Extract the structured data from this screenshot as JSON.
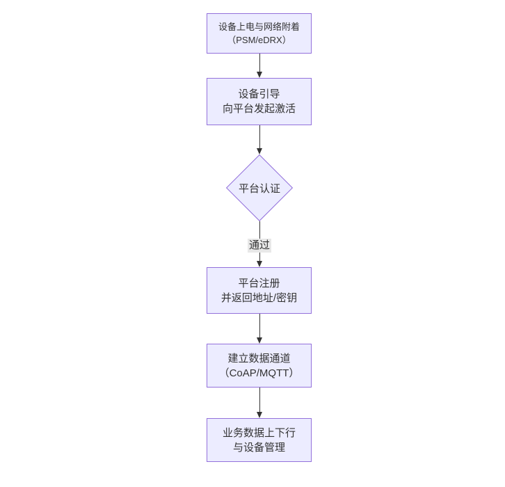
{
  "diagram": {
    "type": "flowchart",
    "direction": "top-down",
    "nodes": [
      {
        "id": "A",
        "shape": "rect",
        "lines": [
          "设备上电与网络附着",
          "（PSM/eDRX）"
        ]
      },
      {
        "id": "B",
        "shape": "rect",
        "lines": [
          "设备引导",
          "向平台发起激活"
        ]
      },
      {
        "id": "C",
        "shape": "diamond",
        "lines": [
          "平台认证"
        ]
      },
      {
        "id": "D",
        "shape": "rect",
        "lines": [
          "平台注册",
          "并返回地址/密钥"
        ]
      },
      {
        "id": "E",
        "shape": "rect",
        "lines": [
          "建立数据通道",
          "（CoAP/MQTT）"
        ]
      },
      {
        "id": "F",
        "shape": "rect",
        "lines": [
          "业务数据上下行",
          "与设备管理"
        ]
      }
    ],
    "edges": [
      {
        "from": "A",
        "to": "B",
        "label": ""
      },
      {
        "from": "B",
        "to": "C",
        "label": ""
      },
      {
        "from": "C",
        "to": "D",
        "label": "通过"
      },
      {
        "from": "D",
        "to": "E",
        "label": ""
      },
      {
        "from": "E",
        "to": "F",
        "label": ""
      }
    ],
    "colors": {
      "page_bg": "#ffffff",
      "node_fill": "#ECECFF",
      "node_border": "#9370DB",
      "line": "#333333",
      "label_bg": "#e8e8e8",
      "text": "#333333"
    }
  }
}
